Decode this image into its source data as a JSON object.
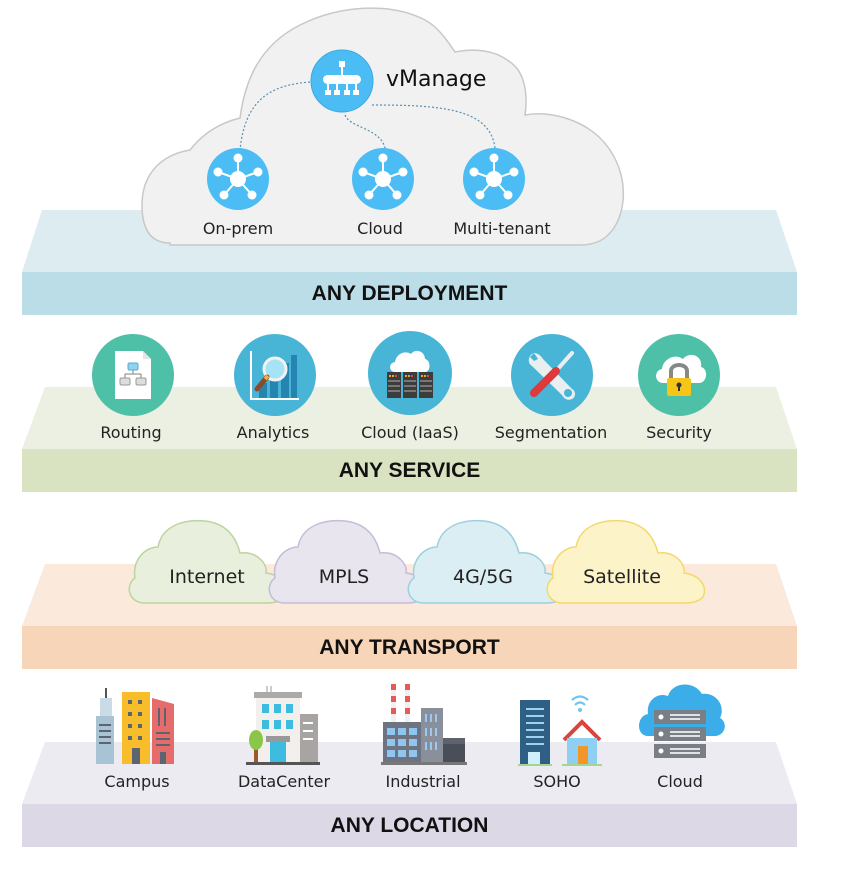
{
  "layers": {
    "deployment": {
      "title": "ANY DEPLOYMENT",
      "colors": {
        "top": "#dcecf1",
        "front": "#badde8"
      },
      "controller": {
        "label": "vManage",
        "icon": "hierarchy-icon"
      },
      "nodes": [
        {
          "label": "On-prem",
          "icon": "hub-icon"
        },
        {
          "label": "Cloud",
          "icon": "hub-icon"
        },
        {
          "label": "Multi-tenant",
          "icon": "hub-icon"
        }
      ]
    },
    "service": {
      "title": "ANY SERVICE",
      "colors": {
        "top": "#ecf0e2",
        "front": "#d9e3c1"
      },
      "items": [
        {
          "label": "Routing",
          "icon": "routing-document-icon",
          "color": "#4fc0a8"
        },
        {
          "label": "Analytics",
          "icon": "analytics-chart-icon",
          "color": "#48b5d6"
        },
        {
          "label": "Cloud (IaaS)",
          "icon": "cloud-server-icon",
          "color": "#48b5d6"
        },
        {
          "label": "Segmentation",
          "icon": "tools-icon",
          "color": "#48b5d6"
        },
        {
          "label": "Security",
          "icon": "cloud-lock-icon",
          "color": "#4fc0a8"
        }
      ]
    },
    "transport": {
      "title": "ANY TRANSPORT",
      "colors": {
        "top": "#fbe9dc",
        "front": "#f7d5b8"
      },
      "items": [
        {
          "label": "Internet",
          "fill": "#e8efdc",
          "stroke": "#bcd4a0"
        },
        {
          "label": "MPLS",
          "fill": "#e8e5ef",
          "stroke": "#c5bcd8"
        },
        {
          "label": "4G/5G",
          "fill": "#dbeef3",
          "stroke": "#9dd0de"
        },
        {
          "label": "Satellite",
          "fill": "#fdf3c9",
          "stroke": "#f3d96b"
        }
      ]
    },
    "location": {
      "title": "ANY LOCATION",
      "colors": {
        "top": "#edebf2",
        "front": "#dcd8e6"
      },
      "items": [
        {
          "label": "Campus",
          "icon": "campus-buildings-icon"
        },
        {
          "label": "DataCenter",
          "icon": "datacenter-building-icon"
        },
        {
          "label": "Industrial",
          "icon": "factory-icon"
        },
        {
          "label": "SOHO",
          "icon": "home-office-icon"
        },
        {
          "label": "Cloud",
          "icon": "cloud-servers-icon"
        }
      ]
    }
  }
}
